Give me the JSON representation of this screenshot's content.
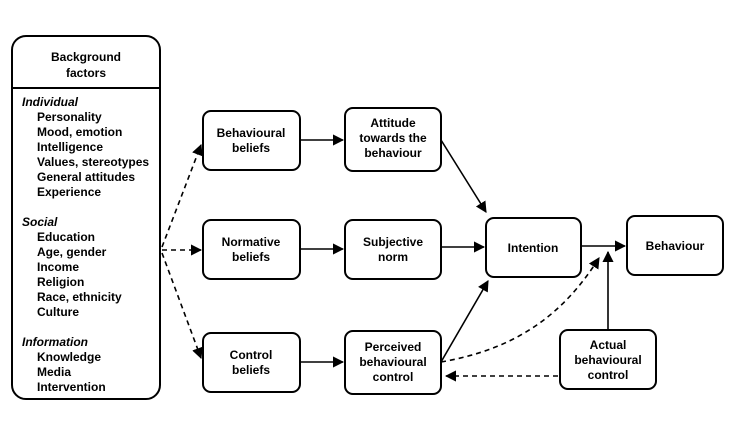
{
  "background": {
    "title_lines": [
      "Background",
      "factors"
    ],
    "groups": [
      {
        "title": "Individual",
        "items": [
          "Personality",
          "Mood, emotion",
          "Intelligence",
          "Values, stereotypes",
          "General attitudes",
          "Experience"
        ]
      },
      {
        "title": "Social",
        "items": [
          "Education",
          "Age, gender",
          "Income",
          "Religion",
          "Race, ethnicity",
          "Culture"
        ]
      },
      {
        "title": "Information",
        "items": [
          "Knowledge",
          "Media",
          "Intervention"
        ]
      }
    ]
  },
  "nodes": {
    "behavioural_beliefs": [
      "Behavioural",
      "beliefs"
    ],
    "normative_beliefs": [
      "Normative",
      "beliefs"
    ],
    "control_beliefs": [
      "Control",
      "beliefs"
    ],
    "attitude": [
      "Attitude",
      "towards the",
      "behaviour"
    ],
    "subjective_norm": [
      "Subjective",
      "norm"
    ],
    "perceived_control": [
      "Perceived",
      "behavioural",
      "control"
    ],
    "intention": [
      "Intention"
    ],
    "behaviour": [
      "Behaviour"
    ],
    "actual_control": [
      "Actual",
      "behavioural",
      "control"
    ]
  },
  "colors": {
    "stroke": "#000000",
    "fill": "#ffffff",
    "text": "#000000"
  }
}
